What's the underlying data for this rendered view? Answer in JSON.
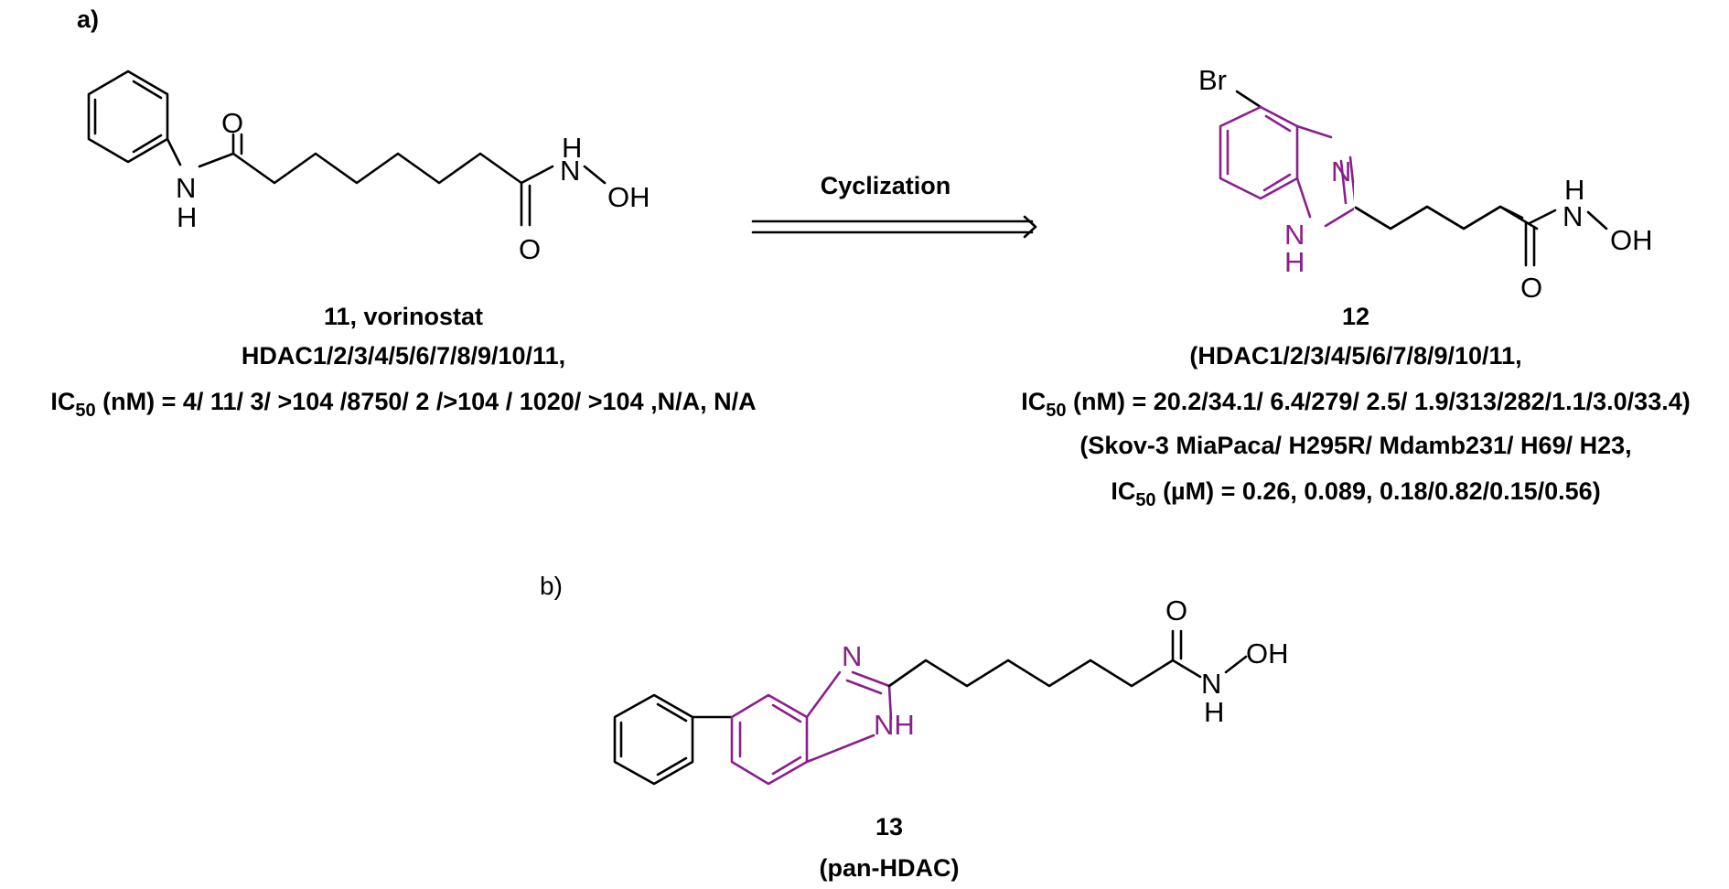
{
  "panels": {
    "a": {
      "label": "a)"
    },
    "b": {
      "label": "b)"
    }
  },
  "arrow": {
    "label": "Cyclization"
  },
  "atoms": {
    "O": "O",
    "N": "N",
    "H": "H",
    "OH": "OH",
    "NH": "NH",
    "Br": "Br"
  },
  "compound11": {
    "name": "11, vorinostat",
    "line1": "HDAC1/2/3/4/5/6/7/8/9/10/11,",
    "ic_prefix": "IC",
    "ic_sub": "50",
    "ic_rest": " (nM) = 4/ 11/ 3/ >104 /8750/ 2 />104 / 1020/ >104 ,N/A, N/A"
  },
  "compound12": {
    "name": "12",
    "line1": "(HDAC1/2/3/4/5/6/7/8/9/10/11,",
    "ic_prefix": "IC",
    "ic_sub": "50",
    "ic_rest": " (nM) = 20.2/34.1/ 6.4/279/ 2.5/ 1.9/313/282/1.1/3.0/33.4)",
    "line3": "(Skov-3 MiaPaca/ H295R/ Mdamb231/ H69/ H23,",
    "ic2_prefix": "IC",
    "ic2_sub": "50",
    "ic2_rest": " (µM) = 0.26, 0.089, 0.18/0.82/0.15/0.56)"
  },
  "compound13": {
    "name": "13",
    "line1": "(pan-HDAC)"
  },
  "colors": {
    "highlight": "#8a1f8c",
    "ink": "#000000"
  }
}
